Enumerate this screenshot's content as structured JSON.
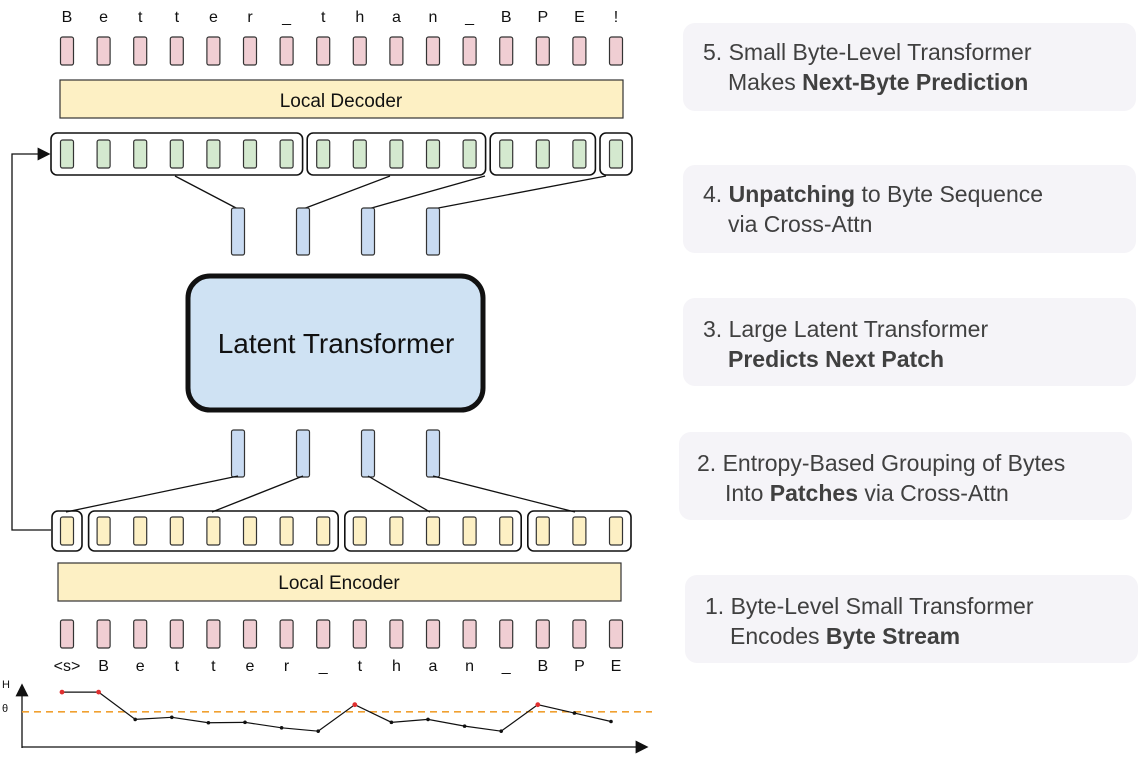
{
  "top_bytes": [
    "B",
    "e",
    "t",
    "t",
    "e",
    "r",
    "_",
    "t",
    "h",
    "a",
    "n",
    "_",
    "B",
    "P",
    "E",
    "!"
  ],
  "bottom_bytes": [
    "<s>",
    "B",
    "e",
    "t",
    "t",
    "e",
    "r",
    "_",
    "t",
    "h",
    "a",
    "n",
    "_",
    "B",
    "P",
    "E"
  ],
  "local_decoder_label": "Local Decoder",
  "local_encoder_label": "Local Encoder",
  "latent_transformer_label": "Latent Transformer",
  "entropy_plot": {
    "y_axis_label": "H",
    "threshold_label": "θ",
    "entropy_values": [
      0.95,
      0.95,
      0.3,
      0.35,
      0.22,
      0.23,
      0.1,
      0.02,
      0.65,
      0.23,
      0.3,
      0.14,
      0.02,
      0.65,
      0.45,
      0.25
    ],
    "threshold": 0.48,
    "patch_start_indices": [
      0,
      1,
      8,
      13
    ]
  },
  "colors": {
    "byte_pink": "#f0ced3",
    "byte_green": "#d4e9cf",
    "byte_yellow": "#fdf0c4",
    "latent_blue": "#c9dbf2",
    "local_block": "#fdf0c4",
    "latent_fill": "#cfe2f3",
    "threshold_line": "#f0a030",
    "entropy_marker_high": "#e03030"
  },
  "steps": [
    {
      "number": "5.",
      "line1": "Small Byte-Level Transformer",
      "line2_prefix": "Makes ",
      "line2_bold": "Next-Byte Prediction",
      "line2_suffix": ""
    },
    {
      "number": "4.",
      "line1_bold": "Unpatching",
      "line1_suffix": " to Byte Sequence",
      "line2": "via Cross-Attn"
    },
    {
      "number": "3.",
      "line1": "Large Latent Transformer",
      "line2_bold": "Predicts Next Patch"
    },
    {
      "number": "2.",
      "line1": "Entropy-Based Grouping of Bytes",
      "line2_prefix": "Into ",
      "line2_bold": "Patches",
      "line2_suffix": " via Cross-Attn"
    },
    {
      "number": "1.",
      "line1": "Byte-Level Small Transformer",
      "line2_prefix": "Encodes ",
      "line2_bold": "Byte Stream"
    }
  ]
}
